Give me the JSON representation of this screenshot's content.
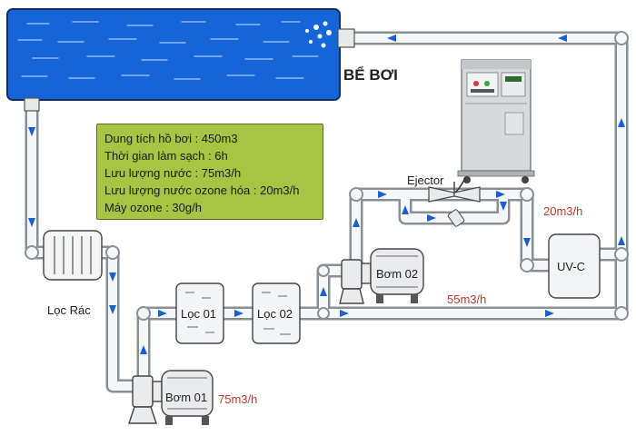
{
  "pool": {
    "label": "BỂ BƠI"
  },
  "info": {
    "lines": [
      "Dung tích hồ bơi : 450m3",
      "Thời gian làm sạch : 6h",
      "Lưu lượng nước : 75m3/h",
      "Lưu lượng nước ozone hóa : 20m3/h",
      "Máy ozone : 30g/h"
    ]
  },
  "components": {
    "trash_filter": "Lọc Rác",
    "filter_1": "Lọc 01",
    "filter_2": "Lọc 02",
    "pump_1": "Bơm 01",
    "pump_2": "Bơm 02",
    "ejector": "Ejector",
    "uvc": "UV-C"
  },
  "flows": {
    "pump1": "75m3/h",
    "bypass": "55m3/h",
    "ozone": "20m3/h"
  },
  "colors": {
    "water": "#1565d8",
    "pipe": "#8a8f96",
    "arrow": "#1a5fd0",
    "info_box": "#a7c443",
    "flow_text": "#c0392b"
  }
}
